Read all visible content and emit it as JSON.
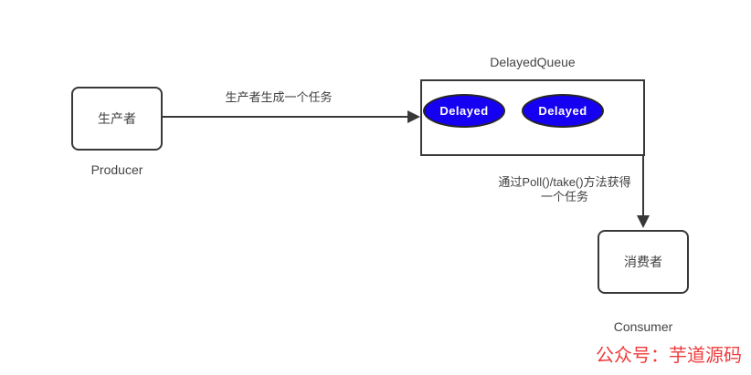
{
  "diagram": {
    "producer": {
      "label": "生产者",
      "caption": "Producer"
    },
    "produce_arrow": {
      "label": "生产者生成一个任务"
    },
    "queue": {
      "title": "DelayedQueue",
      "items": [
        {
          "label": "Delayed"
        },
        {
          "label": "Delayed"
        }
      ]
    },
    "consume_arrow": {
      "label_line1": "通过Poll()/take()方法获得",
      "label_line2": "一个任务"
    },
    "consumer": {
      "label": "消费者",
      "caption": "Consumer"
    },
    "watermark": "公众号：芋道源码"
  },
  "colors": {
    "delayed_fill": "#1500f2",
    "delayed_text": "#ffffff",
    "line": "#383838",
    "text": "#3f3f3f",
    "watermark_red": "#ef3b3b",
    "background": "#ffffff"
  }
}
